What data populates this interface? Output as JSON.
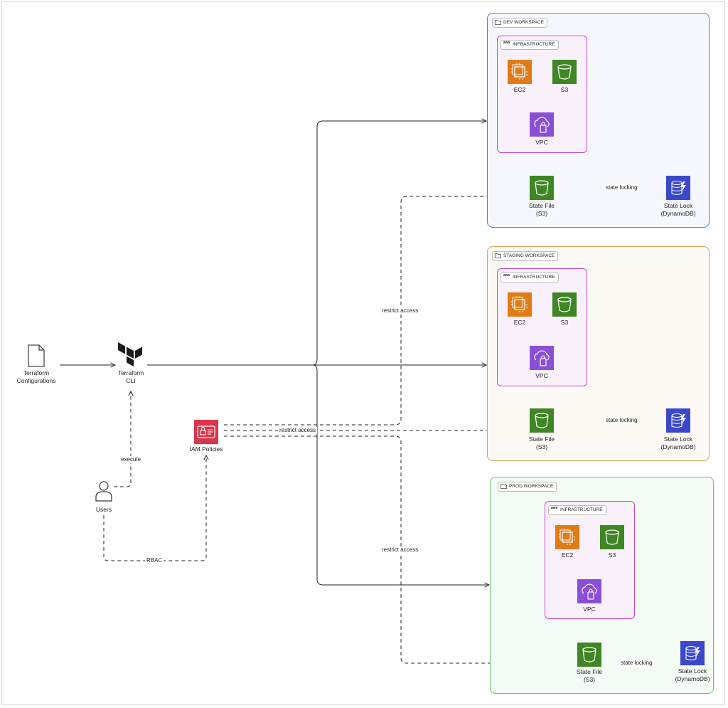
{
  "nodes": {
    "terraform_configurations": "Terraform\nConfigurations",
    "terraform_cli": "Terraform\nCLI",
    "iam_policies": "IAM Policies",
    "users": "Users"
  },
  "edges": {
    "execute": "execute",
    "rbac": "RBAC",
    "restrict_access_top": "restrict access",
    "restrict_access_mid": "restrict access",
    "restrict_access_bottom": "restrict access"
  },
  "workspaces": {
    "dev": {
      "title": "DEV WORKSPACE",
      "infra_title": "INFRASTRUCTURE",
      "ec2": "EC2",
      "s3": "S3",
      "vpc": "VPC",
      "state_file": "State File\n(S3)",
      "state_lock": "State Lock\n(DynamoDB)",
      "state_locking": "state locking",
      "color": "#4f7fd6"
    },
    "staging": {
      "title": "STAGING WORKSPACE",
      "infra_title": "INFRASTRUCTURE",
      "ec2": "EC2",
      "s3": "S3",
      "vpc": "VPC",
      "state_file": "State File\n(S3)",
      "state_lock": "State Lock\n(DynamoDB)",
      "state_locking": "state locking",
      "color": "#d9a45a"
    },
    "prod": {
      "title": "PROD WORKSPACE",
      "infra_title": "INFRASTRUCTURE",
      "ec2": "EC2",
      "s3": "S3",
      "vpc": "VPC",
      "state_file": "State File\n(S3)",
      "state_lock": "State Lock\n(DynamoDB)",
      "state_locking": "state locking",
      "color": "#6dbf7a"
    }
  },
  "icons": {
    "document": "document-icon",
    "terraform": "terraform-logo-icon",
    "iam": "iam-policy-icon",
    "user": "user-icon",
    "ec2": "ec2-icon",
    "s3": "s3-bucket-icon",
    "vpc": "vpc-icon",
    "dynamodb": "dynamodb-icon",
    "folder": "folder-icon"
  },
  "colors": {
    "ec2": "#e07b16",
    "s3": "#3f8624",
    "vpc": "#8a4fd6",
    "dynamodb": "#3b48cc",
    "iam": "#dd344c",
    "infra_border": "#c847c8"
  }
}
